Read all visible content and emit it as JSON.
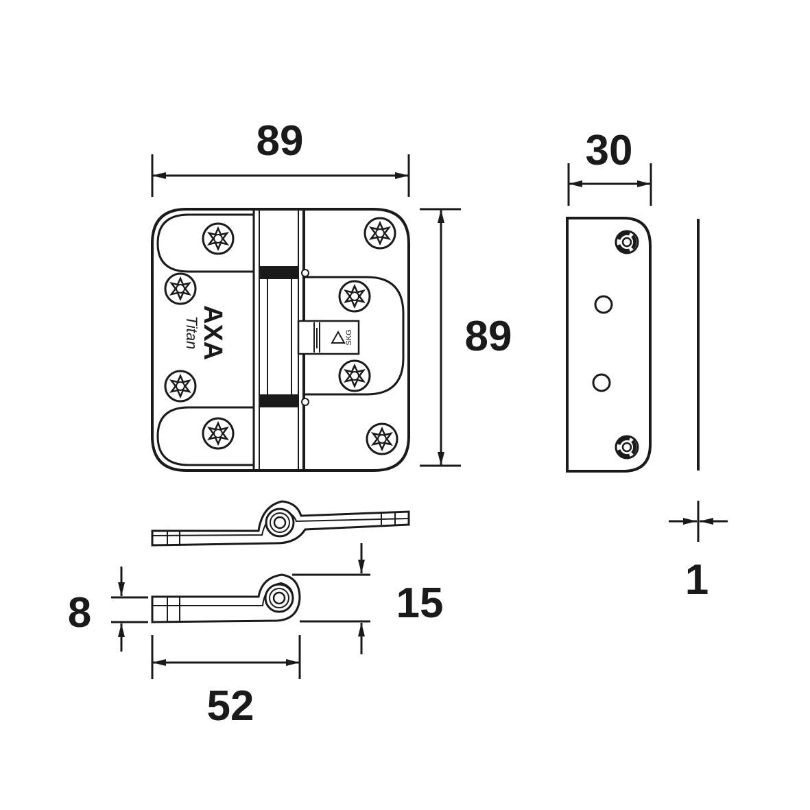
{
  "dimensions": {
    "front_width": "89",
    "front_height": "89",
    "side_width": "30",
    "thickness": "1",
    "leaf_depth": "8",
    "knuckle_height": "15",
    "leaf_length": "52"
  },
  "product": {
    "brand": "AXA",
    "model": "Titan",
    "mark": "SKG"
  },
  "colors": {
    "ink": "#1a1a1a",
    "paper": "#ffffff"
  }
}
